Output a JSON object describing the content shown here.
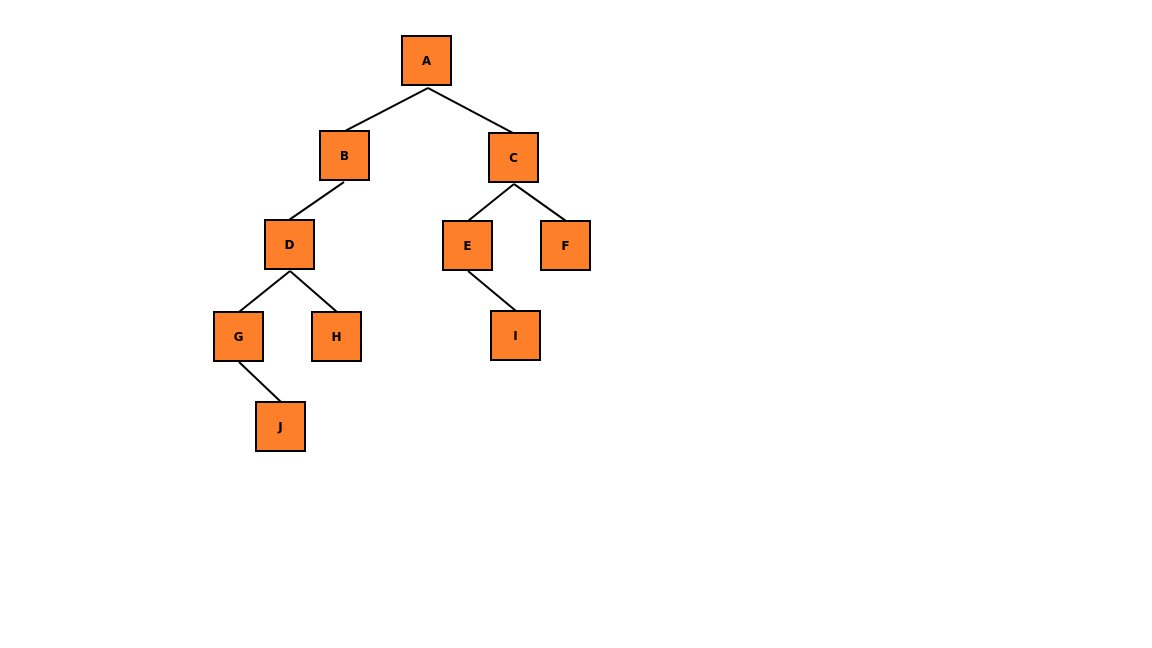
{
  "diagram": {
    "type": "tree",
    "colors": {
      "node_fill": "#fe7f2a",
      "node_border": "#000000",
      "edge": "#000000",
      "background": "#ffffff"
    },
    "nodes": [
      {
        "id": "A",
        "label": "A"
      },
      {
        "id": "B",
        "label": "B"
      },
      {
        "id": "C",
        "label": "C"
      },
      {
        "id": "D",
        "label": "D"
      },
      {
        "id": "E",
        "label": "E"
      },
      {
        "id": "F",
        "label": "F"
      },
      {
        "id": "G",
        "label": "G"
      },
      {
        "id": "H",
        "label": "H"
      },
      {
        "id": "I",
        "label": "I"
      },
      {
        "id": "J",
        "label": "J"
      }
    ],
    "edges": [
      {
        "from": "A",
        "to": "B"
      },
      {
        "from": "A",
        "to": "C"
      },
      {
        "from": "B",
        "to": "D"
      },
      {
        "from": "C",
        "to": "E"
      },
      {
        "from": "C",
        "to": "F"
      },
      {
        "from": "D",
        "to": "G"
      },
      {
        "from": "D",
        "to": "H"
      },
      {
        "from": "E",
        "to": "I"
      },
      {
        "from": "G",
        "to": "J"
      }
    ]
  }
}
